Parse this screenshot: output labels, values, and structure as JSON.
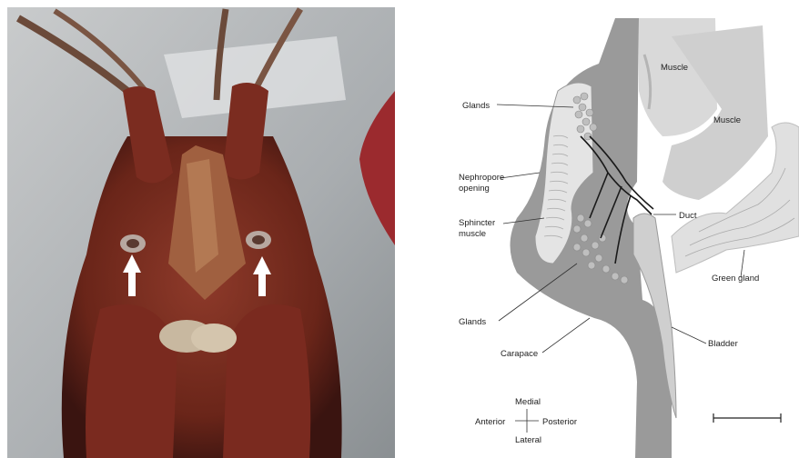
{
  "figure": {
    "photo": {
      "arrows": 2,
      "colors": {
        "background": "#b9bcbe",
        "shell": "#7e2f22",
        "shell_dark": "#4a1a14",
        "arrow": "#ffffff"
      }
    },
    "diagram": {
      "labels": {
        "muscle_1": "Muscle",
        "muscle_2": "Muscle",
        "glands_top": "Glands",
        "nephropore_line1": "Nephropore",
        "nephropore_line2": "opening",
        "sphincter_line1": "Sphincter",
        "sphincter_line2": "muscle",
        "duct": "Duct",
        "green_gland": "Green gland",
        "glands_bottom": "Glands",
        "bladder": "Bladder",
        "carapace": "Carapace",
        "compass_medial": "Medial",
        "compass_anterior": "Anterior",
        "compass_posterior": "Posterior",
        "compass_lateral": "Lateral"
      },
      "colors": {
        "carapace": "#9a9a9a",
        "muscle": "#d9d9d9",
        "gland": "#bfbfbf",
        "duct": "#1a1a1a",
        "line": "#333333"
      }
    }
  }
}
